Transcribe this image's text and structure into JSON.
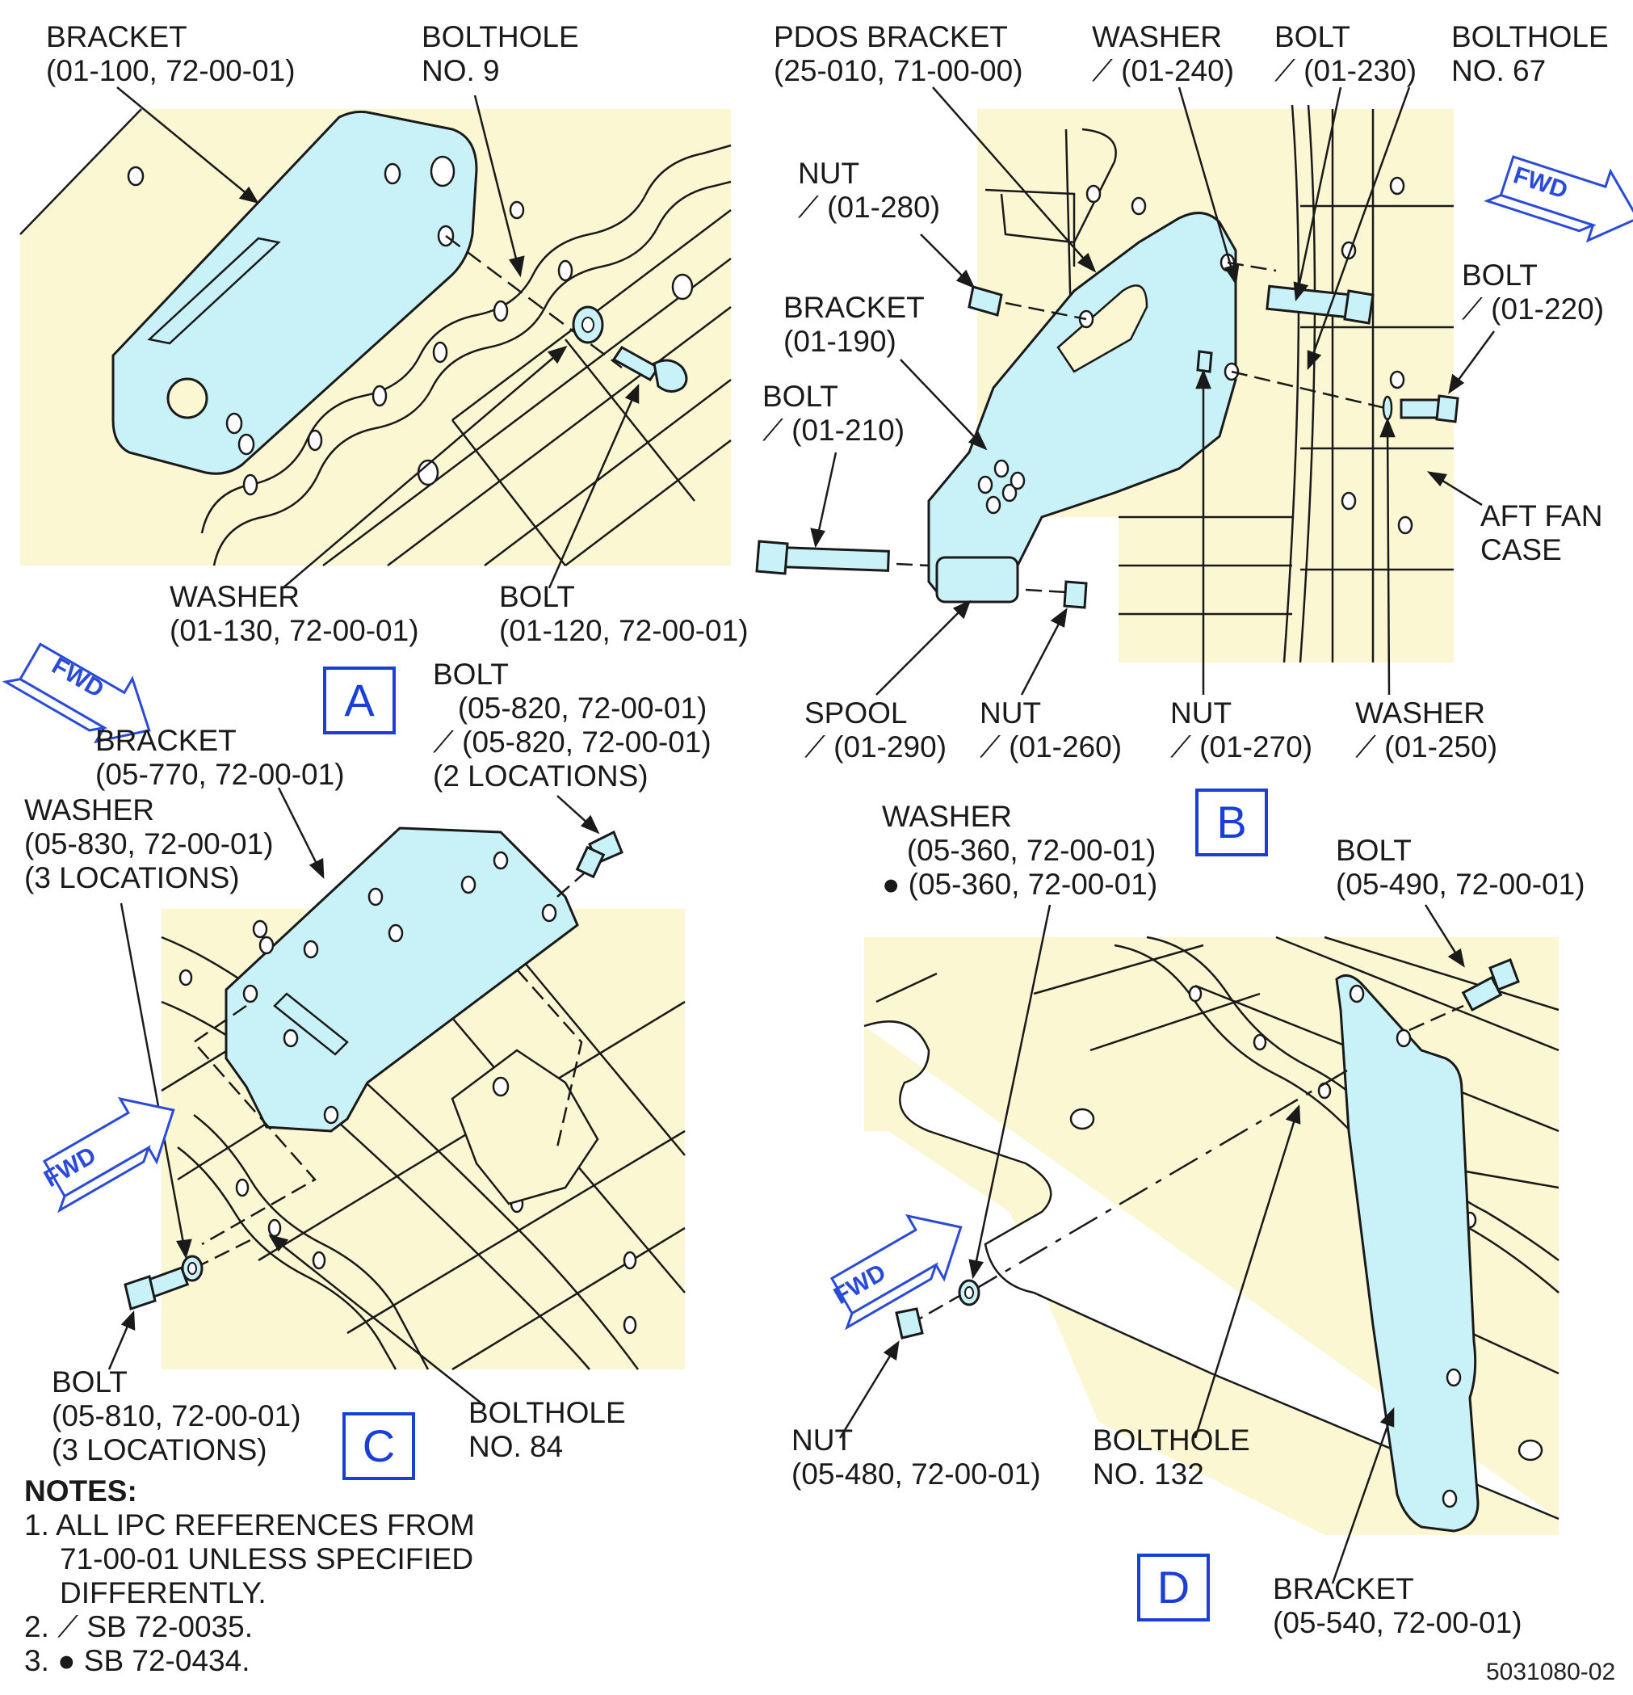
{
  "colors": {
    "background_panel": "#fbf7d3",
    "part_fill": "#c9f2f8",
    "fwd_blue": "#2a4bd7",
    "view_box_blue": "#1a3fd6",
    "line": "#1a1a1a"
  },
  "views": {
    "a": {
      "letter": "A",
      "fwd": "FWD",
      "labels": {
        "bracket": "BRACKET\n(01-100, 72-00-01)",
        "bolthole": "BOLTHOLE\nNO. 9",
        "washer": "WASHER\n(01-130, 72-00-01)",
        "bolt": "BOLT\n(01-120, 72-00-01)"
      }
    },
    "b": {
      "letter": "B",
      "fwd": "FWD",
      "labels": {
        "pdos_bracket": "PDOS BRACKET\n(25-010, 71-00-00)",
        "washer_240": "WASHER\n⟋ (01-240)",
        "bolt_230": "BOLT\n⟋ (01-230)",
        "bolthole_67": "BOLTHOLE\nNO. 67",
        "nut_280": "NUT\n⟋ (01-280)",
        "bolt_220": "BOLT\n⟋ (01-220)",
        "bracket_190": "BRACKET\n(01-190)",
        "bolt_210": "BOLT\n⟋ (01-210)",
        "aft_fan_case": "AFT FAN\nCASE",
        "spool_290": "SPOOL\n⟋ (01-290)",
        "nut_260": "NUT\n⟋ (01-260)",
        "nut_270": "NUT\n⟋ (01-270)",
        "washer_250": "WASHER\n⟋ (01-250)"
      }
    },
    "c": {
      "letter": "C",
      "fwd": "FWD",
      "labels": {
        "bolt_820": "BOLT\n   (05-820, 72-00-01)\n⟋ (05-820, 72-00-01)\n(2 LOCATIONS)",
        "bracket_770": "BRACKET\n(05-770, 72-00-01)",
        "washer_830": "WASHER\n(05-830, 72-00-01)\n(3 LOCATIONS)",
        "bolt_810": "BOLT\n(05-810, 72-00-01)\n(3 LOCATIONS)",
        "bolthole_84": "BOLTHOLE\nNO. 84"
      }
    },
    "d": {
      "letter": "D",
      "fwd": "FWD",
      "labels": {
        "washer_360": "WASHER\n   (05-360, 72-00-01)\n● (05-360, 72-00-01)",
        "bolt_490": "BOLT\n(05-490, 72-00-01)",
        "nut_480": "NUT\n(05-480, 72-00-01)",
        "bolthole_132": "BOLTHOLE\nNO. 132",
        "bracket_540": "BRACKET\n(05-540, 72-00-01)"
      }
    }
  },
  "notes": {
    "heading": "NOTES:",
    "n1a": "1. ALL IPC REFERENCES FROM",
    "n1b": "71-00-01 UNLESS SPECIFIED",
    "n1c": "DIFFERENTLY.",
    "n2": "2. ⟋ SB 72-0035.",
    "n3": "3. ● SB 72-0434."
  },
  "figure_number": "5031080-02"
}
